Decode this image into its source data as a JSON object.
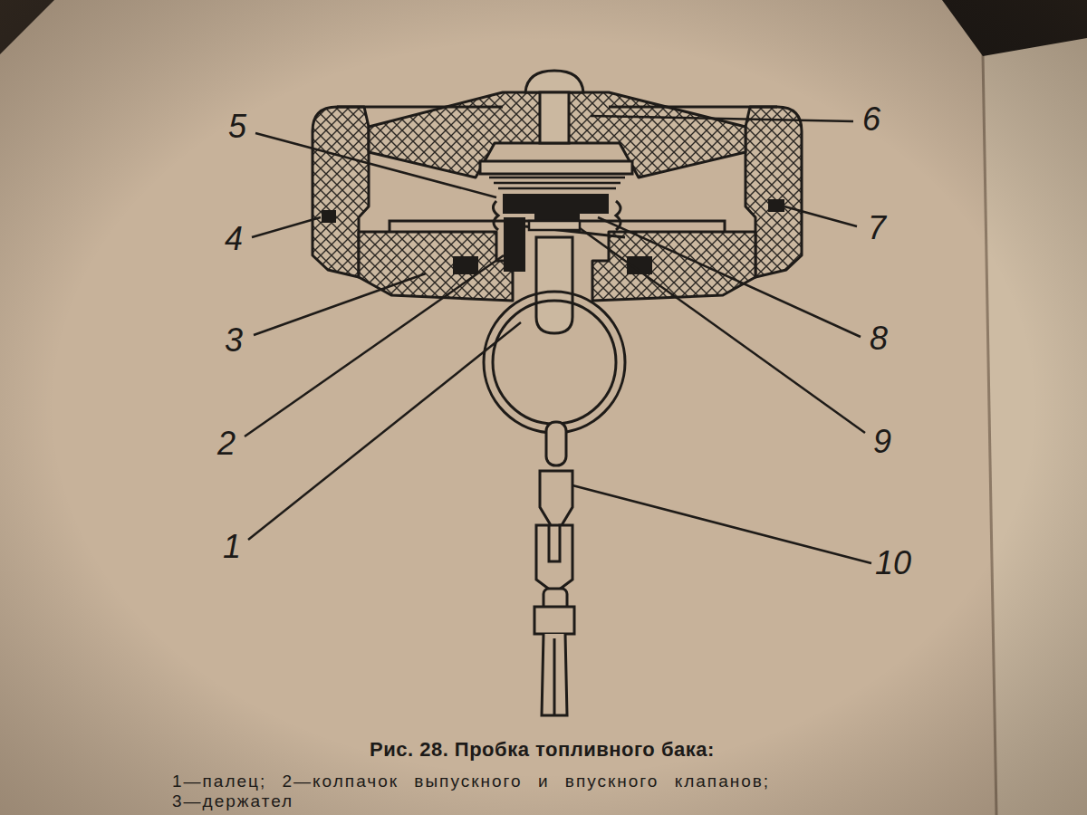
{
  "diagram": {
    "caption": "Рис. 28. Пробка топливного бака:",
    "labels": [
      "5",
      "6",
      "4",
      "7",
      "3",
      "8",
      "2",
      "9",
      "1",
      "10",
      "1—палец; 2—колпачок выпускного и впускного клапанов;",
      "3—держател"
    ]
  }
}
